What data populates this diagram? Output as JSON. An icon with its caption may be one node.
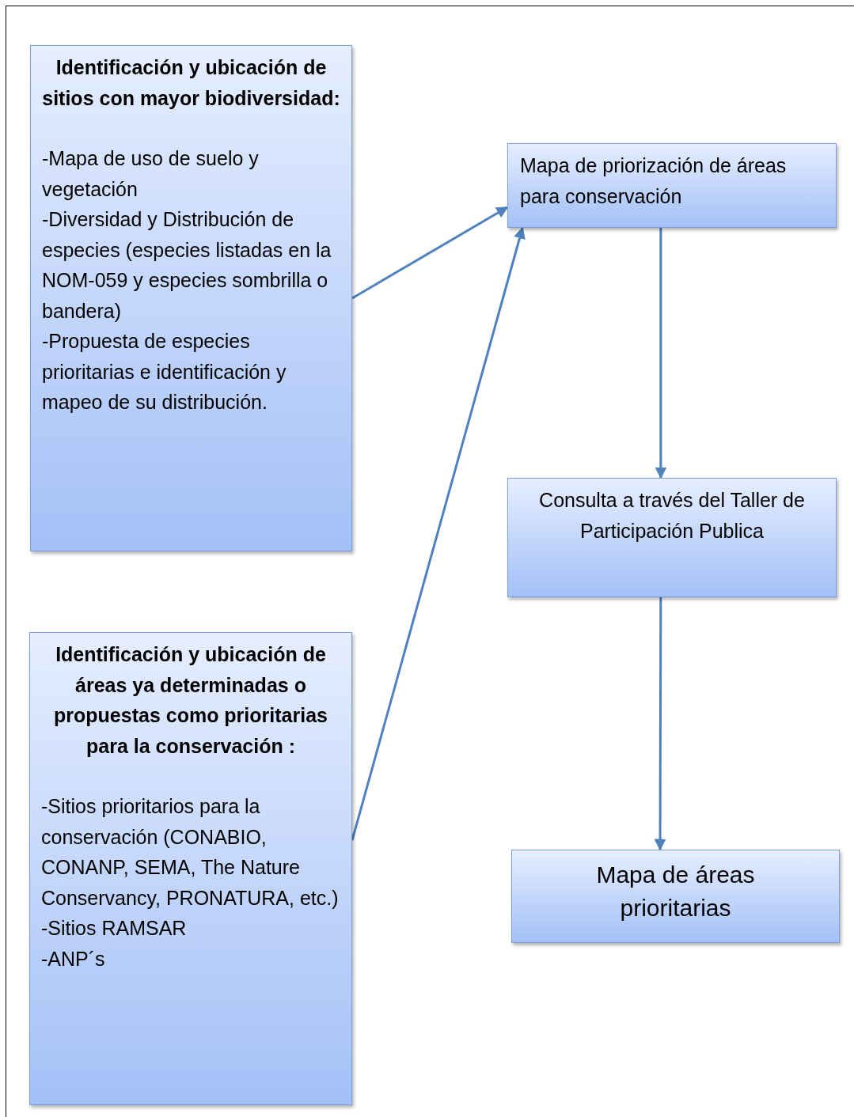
{
  "diagram": {
    "nodes": [
      {
        "text": [
          "Identificación y ubicación de sitios con mayor biodiversidad:",
          "-Mapa de uso de suelo y vegetación",
          "-Diversidad y Distribución de especies (especies listadas en la NOM-059 y especies sombrilla o bandera)",
          "-Propuesta de especies prioritarias e identificación y mapeo de su distribución."
        ]
      },
      {
        "text": [
          "Identificación y ubicación de áreas ya determinadas o propuestas como prioritarias para la conservación :",
          "-Sitios prioritarios para la conservación (CONABIO, CONANP, SEMA, The Nature Conservancy, PRONATURA, etc.)",
          "-Sitios RAMSAR",
          "-ANP´s"
        ]
      },
      {
        "text": [
          "Mapa de priorización de áreas para conservación"
        ]
      },
      {
        "text": [
          "Consulta a través del Taller de Participación Publica"
        ]
      },
      {
        "text": [
          "Mapa de áreas prioritarias"
        ]
      }
    ],
    "edges": [
      {
        "from": 0,
        "to": 2,
        "arrow": "to"
      },
      {
        "from": 1,
        "to": 2,
        "arrow": "to"
      },
      {
        "from": 2,
        "to": 3,
        "arrow": "to"
      },
      {
        "from": 3,
        "to": 4,
        "arrow": "to"
      }
    ]
  }
}
